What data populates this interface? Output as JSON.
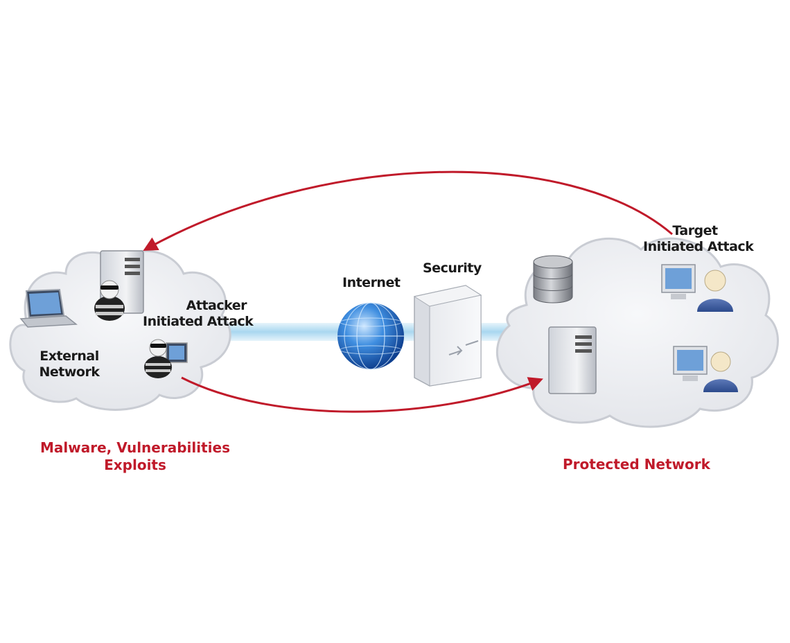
{
  "labels": {
    "external_network": [
      "External",
      "Network"
    ],
    "attacker_initiated": [
      "Attacker",
      "Initiated Attack"
    ],
    "internet": "Internet",
    "security": "Security",
    "target_initiated": [
      "Target",
      "Initiated Attack"
    ],
    "malware": [
      "Malware, Vulnerabilities",
      "Exploits"
    ],
    "protected_network": "Protected Network"
  },
  "colors": {
    "arrow": "#c01a2a",
    "cloud_fill": "#eeeff2",
    "cloud_stroke": "#c9ccd3",
    "globe": "#2e6fc4",
    "link": "#bfe0f3"
  },
  "icons": [
    "laptop-icon",
    "server-icon",
    "attacker-icon",
    "globe-icon",
    "firewall-icon",
    "database-icon",
    "workstation-icon",
    "user-icon"
  ]
}
